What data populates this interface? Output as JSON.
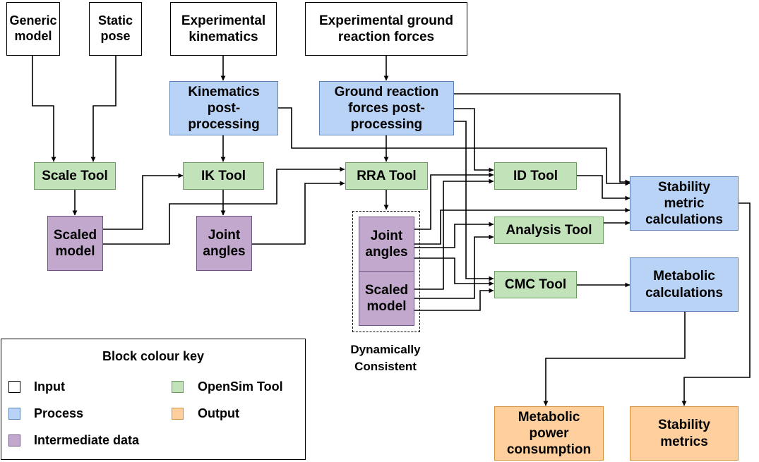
{
  "nodes": {
    "generic_model": "Generic\nmodel",
    "static_pose": "Static\npose",
    "exp_kinematics": "Experimental\nkinematics",
    "exp_grf": "Experimental ground\nreaction forces",
    "kin_post": "Kinematics\npost-\nprocessing",
    "grf_post": "Ground reaction\nforces post-\nprocessing",
    "scale_tool": "Scale Tool",
    "ik_tool": "IK Tool",
    "rra_tool": "RRA Tool",
    "id_tool": "ID Tool",
    "analysis_tool": "Analysis Tool",
    "cmc_tool": "CMC Tool",
    "scaled_model_1": "Scaled\nmodel",
    "joint_angles_1": "Joint\nangles",
    "joint_angles_2": "Joint\nangles",
    "scaled_model_2": "Scaled\nmodel",
    "stability_calc": "Stability\nmetric\ncalculations",
    "metabolic_calc": "Metabolic\ncalculations",
    "metabolic_power": "Metabolic\npower\nconsumption",
    "stability_metrics": "Stability\nmetrics"
  },
  "group_caption": "Dynamically\nConsistent",
  "legend": {
    "title": "Block colour key",
    "items": [
      {
        "label": "Input",
        "color": "#ffffff"
      },
      {
        "label": "OpenSim Tool",
        "color": "#c2e2b9"
      },
      {
        "label": "Process",
        "color": "#b9d3f7"
      },
      {
        "label": "Output",
        "color": "#ffd09e"
      },
      {
        "label": "Intermediate data",
        "color": "#c3a8cd"
      }
    ]
  },
  "colors": {
    "input": "#ffffff",
    "process": "#b9d3f7",
    "tool": "#c2e2b9",
    "intermediate": "#c3a8cd",
    "output": "#ffd09e"
  }
}
